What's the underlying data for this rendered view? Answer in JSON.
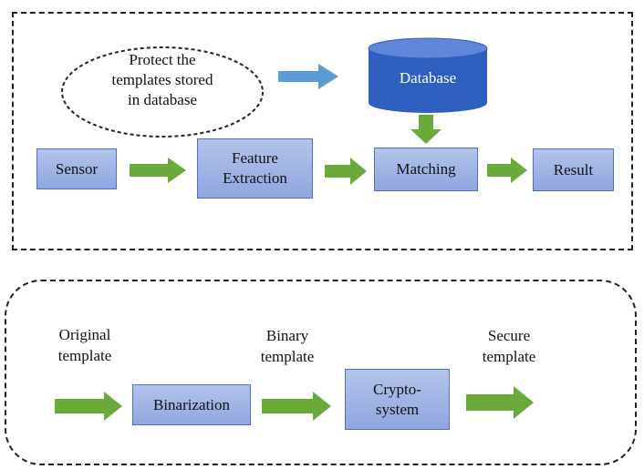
{
  "top": {
    "note": "Protect the\ntemplates stored\nin database",
    "database": "Database",
    "sensor": "Sensor",
    "feature_extraction": "Feature\nExtraction",
    "matching": "Matching",
    "result": "Result"
  },
  "bottom": {
    "original_template": "Original\ntemplate",
    "binarization": "Binarization",
    "binary_template": "Binary\ntemplate",
    "cryptosystem": "Crypto-\nsystem",
    "secure_template": "Secure\ntemplate"
  },
  "colors": {
    "box_fill_top": "#b3c3ea",
    "box_fill_bottom": "#8fa6df",
    "box_border": "#4f6fbf",
    "arrow_green": "#6aaa3a",
    "arrow_blue": "#5b9bd5",
    "database_fill": "#2f5fbf"
  }
}
